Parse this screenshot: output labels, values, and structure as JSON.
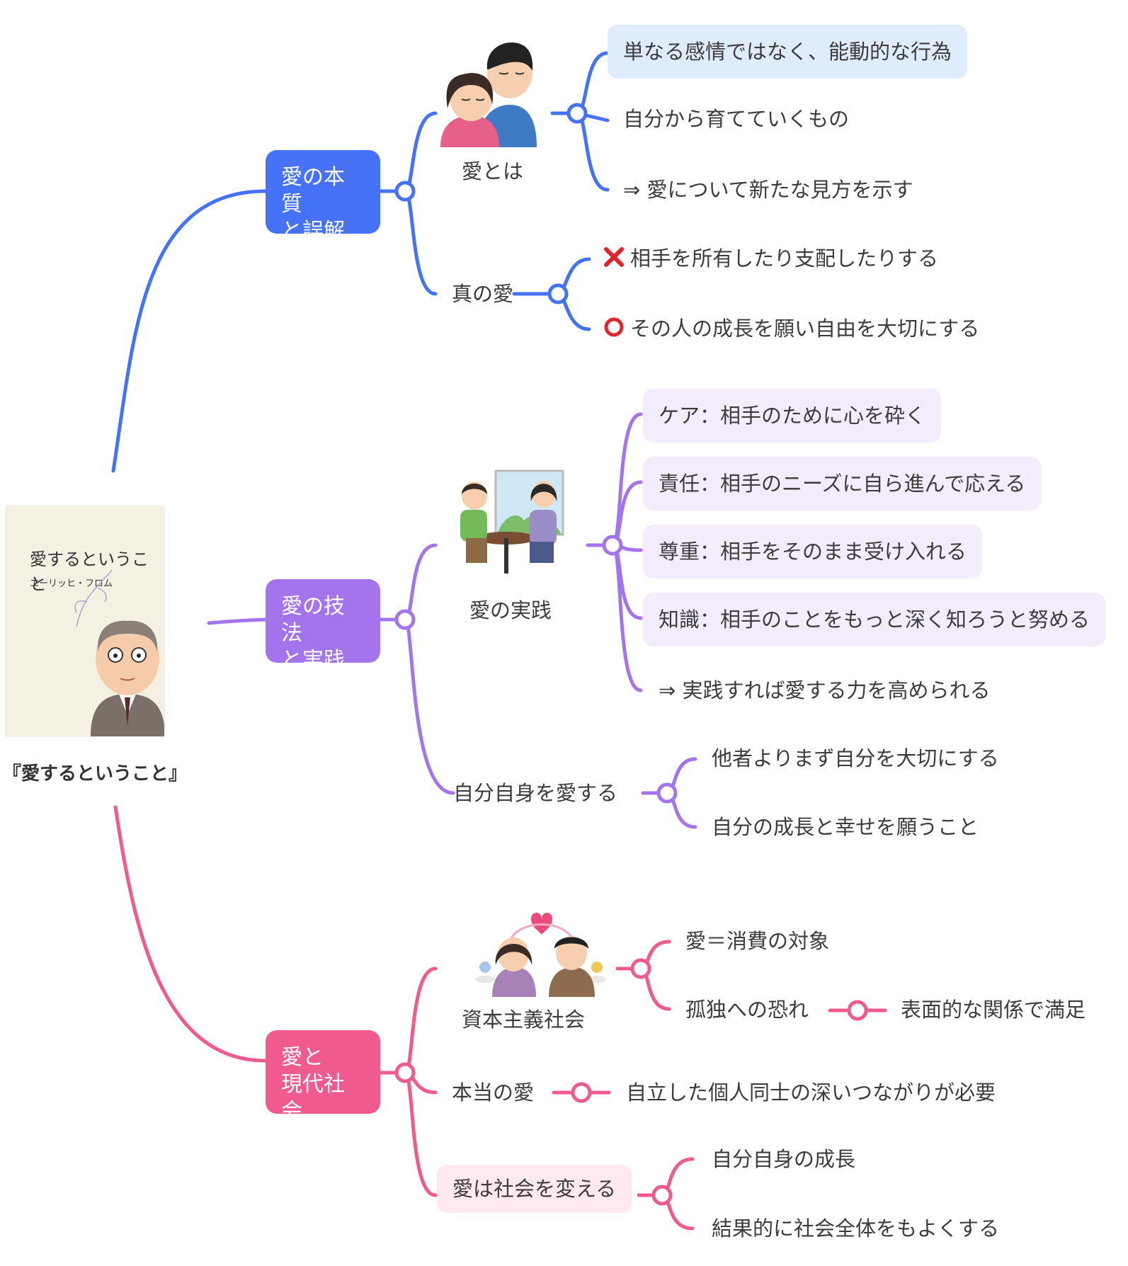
{
  "root": {
    "title": "『愛するということ』"
  },
  "book": {
    "title": "愛するということ",
    "author": "エーリッヒ・フロム"
  },
  "colors": {
    "blue": "#4572f6",
    "purple": "#a374ec",
    "pink": "#f05a8f",
    "cross": "#e0262c",
    "circle": "#e0262c"
  },
  "branches": [
    {
      "label": "愛の本質\nと誤解",
      "children": [
        {
          "label": "愛とは",
          "leaves": [
            "単なる感情ではなく、能動的な行為",
            "自分から育てていくもの",
            "⇒ 愛について新たな見方を示す"
          ]
        },
        {
          "label": "真の愛",
          "leaves": [
            "相手を所有したり支配したりする",
            "その人の成長を願い自由を大切にする"
          ]
        }
      ]
    },
    {
      "label": "愛の技法\nと実践",
      "children": [
        {
          "label": "愛の実践",
          "leaves": [
            "ケア：相手のために心を砕く",
            "責任：相手のニーズに自ら進んで応える",
            "尊重：相手をそのまま受け入れる",
            "知識：相手のことをもっと深く知ろうと努める",
            "⇒ 実践すれば愛する力を高められる"
          ]
        },
        {
          "label": "自分自身を愛する",
          "leaves": [
            "他者よりまず自分を大切にする",
            "自分の成長と幸せを願うこと"
          ]
        }
      ]
    },
    {
      "label": "愛と\n現代社会",
      "children": [
        {
          "label": "資本主義社会",
          "leaves": [
            "愛＝消費の対象",
            "孤独への恐れ"
          ],
          "extra": "表面的な関係で満足"
        },
        {
          "label": "本当の愛",
          "leaves": [
            "自立した個人同士の深いつながりが必要"
          ]
        },
        {
          "label": "愛は社会を変える",
          "leaves": [
            "自分自身の成長",
            "結果的に社会全体をもよくする"
          ]
        }
      ]
    }
  ],
  "icons": {
    "cross": "cross-mark-icon",
    "circle": "circle-mark-icon"
  }
}
